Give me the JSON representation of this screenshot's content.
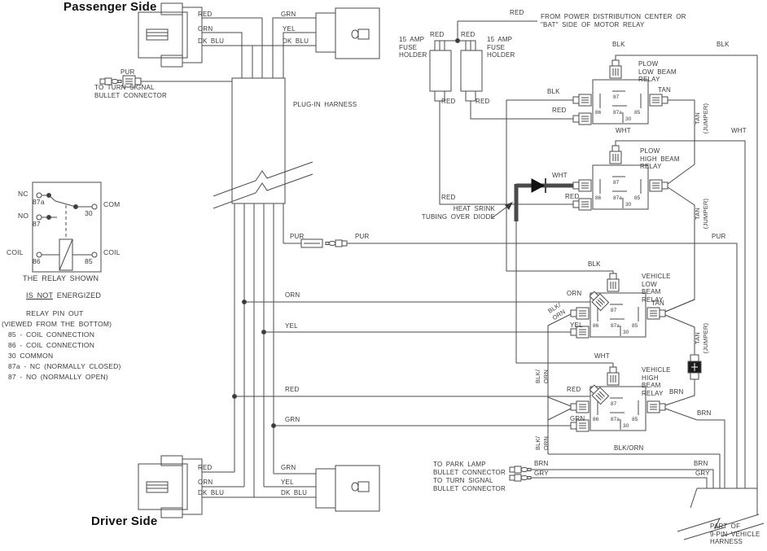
{
  "titles": {
    "passenger": "Passenger Side",
    "driver": "Driver Side"
  },
  "wire": {
    "red": "RED",
    "orn": "ORN",
    "dk_blu": "DK BLU",
    "grn": "GRN",
    "yel": "YEL",
    "pur": "PUR",
    "blk": "BLK",
    "wht": "WHT",
    "tan": "TAN",
    "brn": "BRN",
    "gry": "GRY",
    "blk_orn": "BLK/ORN",
    "blk_slash": "BLK/",
    "jumper": "(JUMPER)"
  },
  "components": {
    "plug_in_harness": "PLUG-IN HARNESS",
    "fuse_holder": "15 AMP\nFUSE\nHOLDER",
    "plow_low_relay": "PLOW\nLOW BEAM\nRELAY",
    "plow_high_relay": "PLOW\nHIGH BEAM\nRELAY",
    "vehicle_low_relay": "VEHICLE\nLOW\nBEAM\nRELAY",
    "vehicle_high_relay": "VEHICLE\nHIGH\nBEAM\nRELAY",
    "heat_shrink": "HEAT SRINK\nTUBING OVER DIODE",
    "part_of_harness": "PART OF\n9-PIN VEHICLE\nHARNESS"
  },
  "notes": {
    "power_source": "FROM POWER DISTRIBUTION CENTER OR\n\"BAT\" SIDE OF MOTOR RELAY",
    "turn_signal_top": "TO TURN SIGNAL\nBULLET CONNECTOR",
    "park_lamp": "TO PARK LAMP\nBULLET CONNECTOR",
    "turn_signal_bottom": "TO TURN SIGNAL\nBULLET CONNECTOR",
    "relay_state_1": "THE RELAY SHOWN",
    "relay_state_2a": "IS NOT",
    "relay_state_2b": " ENERGIZED",
    "pinout_title": "RELAY PIN  OUT",
    "pinout_sub": "(VIEWED FROM THE BOTTOM)",
    "pinout_lines": "85 - COIL CONNECTION\n86 - COIL CONNECTION\n30 COMMON\n87a - NC (NORMALLY CLOSED)\n87 - NO (NORMALLY OPEN)"
  },
  "relay_pins": {
    "p87": "87",
    "p87a": "87a",
    "p86": "86",
    "p85": "85",
    "p30": "30"
  },
  "schematic": {
    "nc": "NC",
    "no": "NO",
    "com": "COM",
    "coil": "COIL"
  },
  "colors": {
    "line": "#4a4a4a",
    "text": "#3a3a3a"
  }
}
